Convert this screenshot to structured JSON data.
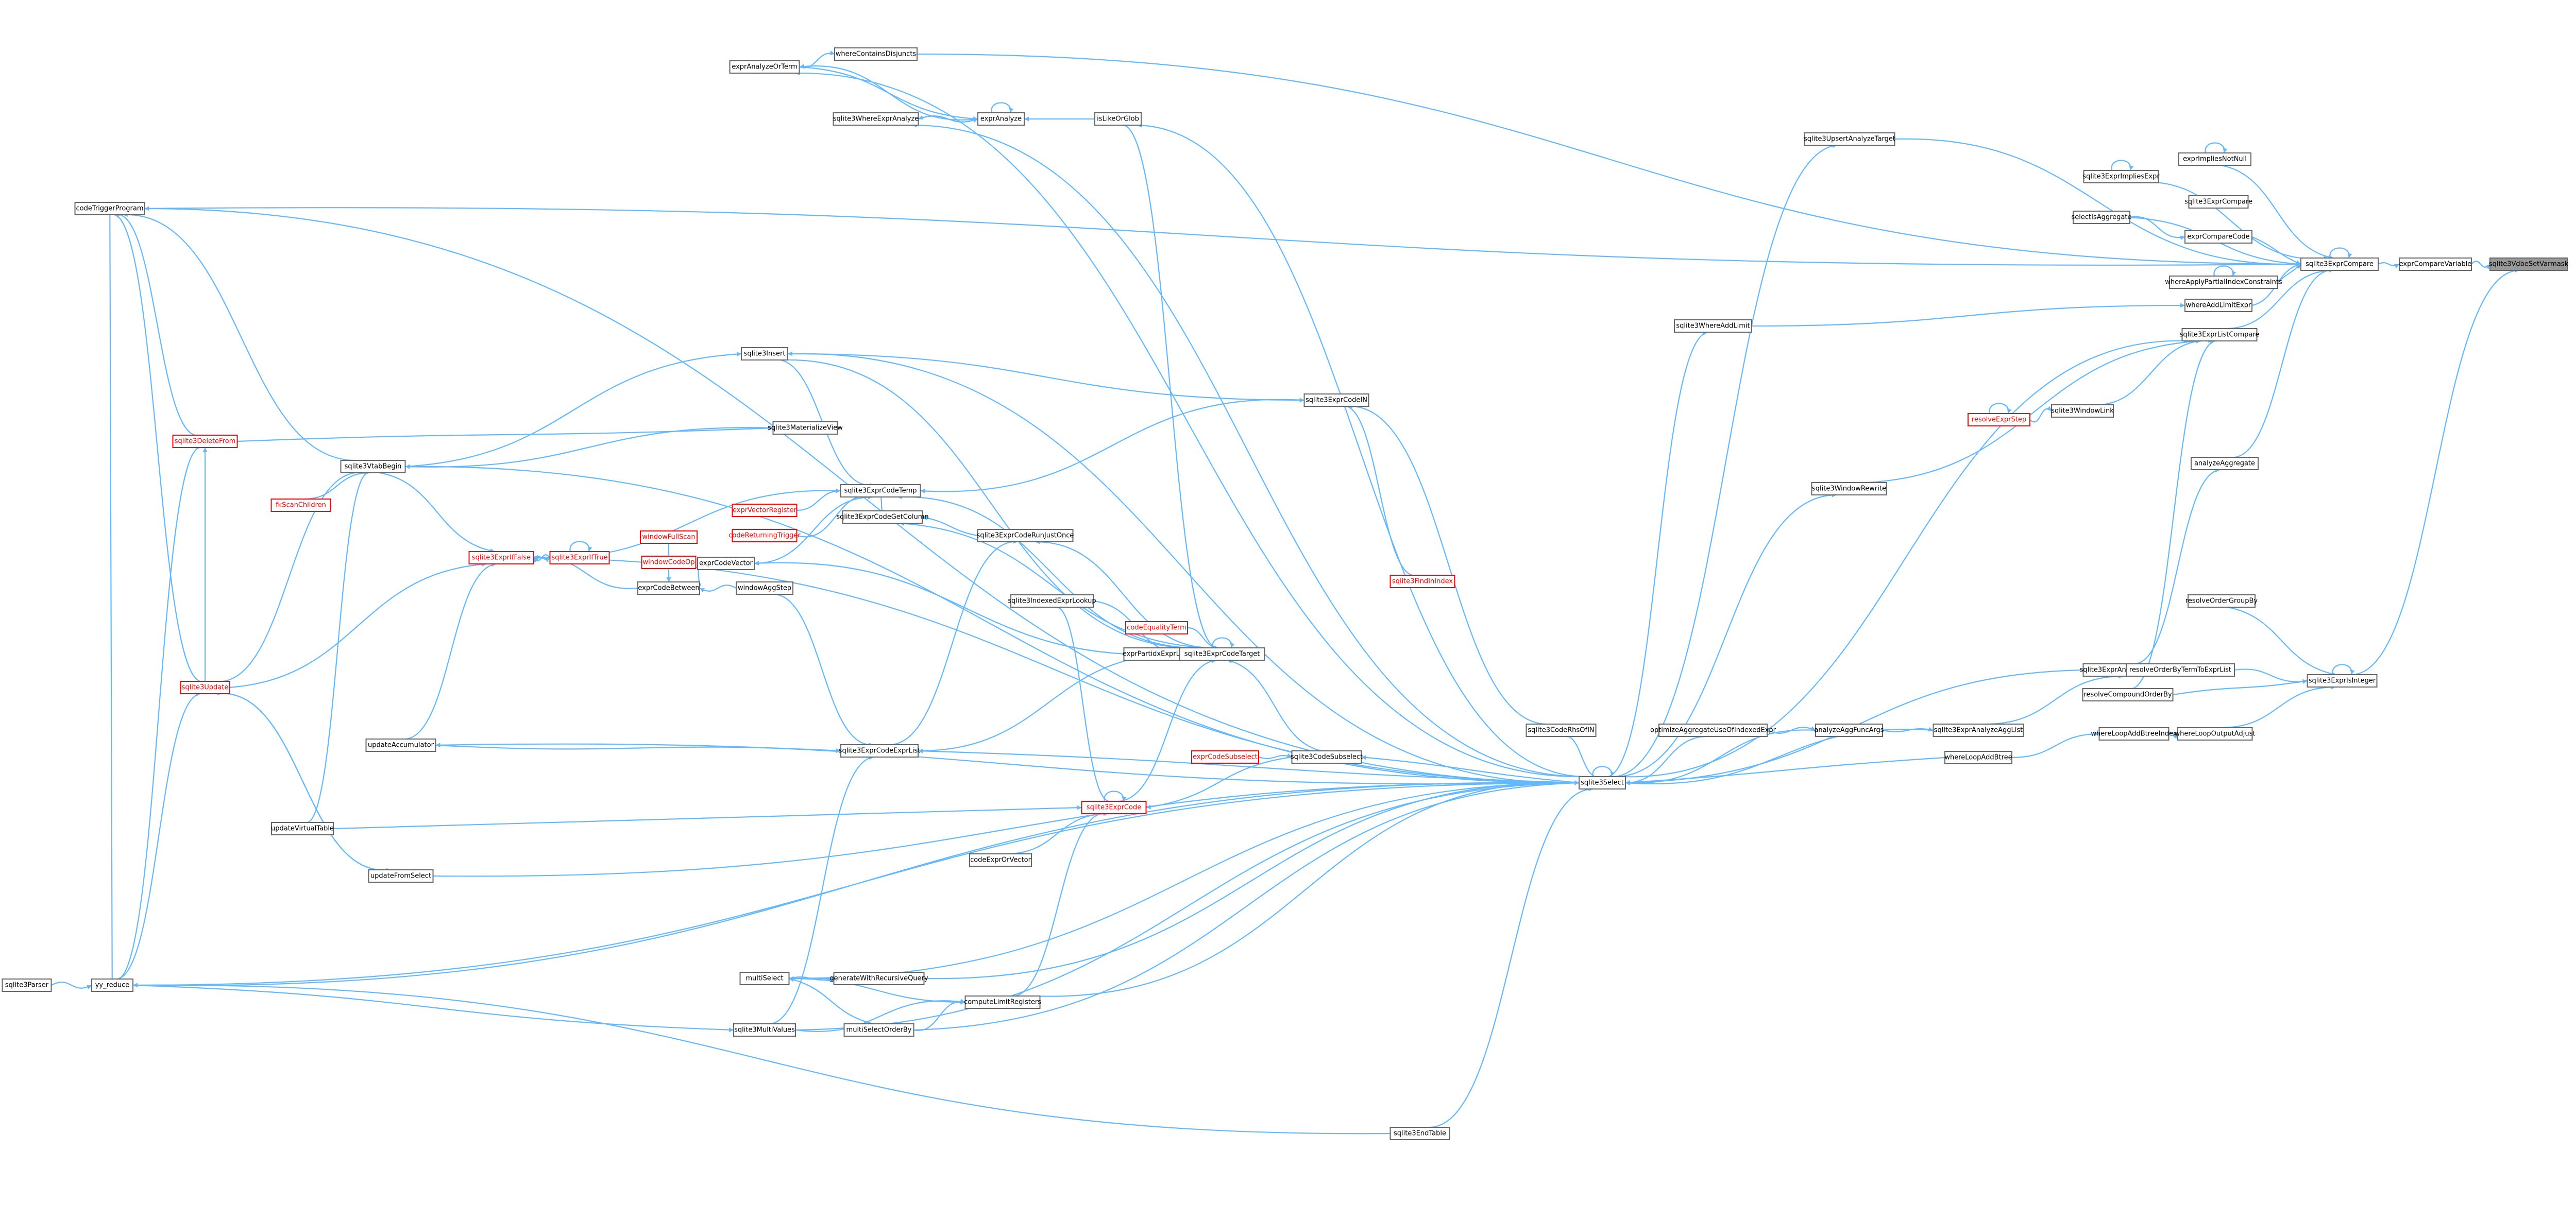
{
  "diagram": {
    "title": "",
    "colors": {
      "edge": "#63b8ff",
      "node_border": "#666666",
      "node_fill": "#ffffff",
      "truncated_border": "#ff0000",
      "focus_fill": "#999999"
    },
    "nodes": [
      {
        "id": "n1",
        "label": "sqlite3VdbeSetVarmask",
        "style": "focus"
      },
      {
        "id": "n2",
        "label": "exprCompareVariable",
        "style": "normal"
      },
      {
        "id": "n3",
        "label": "sqlite3ExprCompare",
        "style": "normal"
      },
      {
        "id": "n4",
        "label": "exprImpliesNotNull",
        "style": "normal"
      },
      {
        "id": "n5",
        "label": "sqlite3ExprImpliesExpr",
        "style": "normal"
      },
      {
        "id": "n6",
        "label": "sqlite3UpsertAnalyzeTarget",
        "style": "normal"
      },
      {
        "id": "n7",
        "label": "whereContainsDisjuncts",
        "style": "normal"
      },
      {
        "id": "n8",
        "label": "exprAnalyzeOrTerm",
        "style": "normal"
      },
      {
        "id": "n9",
        "label": "sqlite3WhereExprAnalyze",
        "style": "normal"
      },
      {
        "id": "n10",
        "label": "exprAnalyze",
        "style": "normal"
      },
      {
        "id": "n11",
        "label": "isLikeOrGlob",
        "style": "normal"
      },
      {
        "id": "n12",
        "label": "codeTriggerProgram",
        "style": "normal"
      },
      {
        "id": "n13",
        "label": "selectIsAggregate",
        "style": "normal"
      },
      {
        "id": "n14",
        "label": "exprCompareCode",
        "style": "normal"
      },
      {
        "id": "n15",
        "label": "sqlite3ExprCompare",
        "style": "normal"
      },
      {
        "id": "n16",
        "label": "whereApplyPartialIndexConstraints",
        "style": "normal"
      },
      {
        "id": "n17",
        "label": "whereAddLimitExpr",
        "style": "normal"
      },
      {
        "id": "n18",
        "label": "sqlite3WhereAddLimit",
        "style": "normal"
      },
      {
        "id": "n19",
        "label": "sqlite3Insert",
        "style": "normal"
      },
      {
        "id": "n20",
        "label": "sqlite3ExprListCompare",
        "style": "normal"
      },
      {
        "id": "n21",
        "label": "resolveExprStep",
        "style": "red"
      },
      {
        "id": "n22",
        "label": "sqlite3WindowLink",
        "style": "normal"
      },
      {
        "id": "n23",
        "label": "sqlite3ExprCodeIN",
        "style": "normal"
      },
      {
        "id": "n24",
        "label": "sqlite3MaterializeView",
        "style": "normal"
      },
      {
        "id": "n25",
        "label": "sqlite3DeleteFrom",
        "style": "red"
      },
      {
        "id": "n26",
        "label": "sqlite3VtabBegin",
        "style": "normal"
      },
      {
        "id": "n27",
        "label": "fkScanChildren",
        "style": "red"
      },
      {
        "id": "n28",
        "label": "sqlite3ExprCodeTemp",
        "style": "normal"
      },
      {
        "id": "n29",
        "label": "exprVectorRegister",
        "style": "red"
      },
      {
        "id": "n30",
        "label": "sqlite3ExprCodeGetColumn",
        "style": "normal"
      },
      {
        "id": "n31",
        "label": "codeReturningTrigger",
        "style": "red"
      },
      {
        "id": "n32",
        "label": "sqlite3WindowRewrite",
        "style": "normal"
      },
      {
        "id": "n33",
        "label": "analyzeAggregate",
        "style": "normal"
      },
      {
        "id": "n34",
        "label": "sqlite3ExprIfFalse",
        "style": "red"
      },
      {
        "id": "n35",
        "label": "sqlite3ExprIfTrue",
        "style": "red"
      },
      {
        "id": "n36",
        "label": "windowFullScan",
        "style": "red"
      },
      {
        "id": "n37",
        "label": "sqlite3ExprCodeRunJustOnce",
        "style": "normal"
      },
      {
        "id": "n38",
        "label": "windowCodeOp",
        "style": "red"
      },
      {
        "id": "n39",
        "label": "exprCodeVector",
        "style": "normal"
      },
      {
        "id": "n40",
        "label": "exprCodeBetween",
        "style": "normal"
      },
      {
        "id": "n41",
        "label": "windowAggStep",
        "style": "normal"
      },
      {
        "id": "n42",
        "label": "sqlite3FindInIndex",
        "style": "red"
      },
      {
        "id": "n43",
        "label": "sqlite3IndexedExprLookup",
        "style": "normal"
      },
      {
        "id": "n44",
        "label": "resolveOrderGroupBy",
        "style": "normal"
      },
      {
        "id": "n45",
        "label": "codeEqualityTerm",
        "style": "red"
      },
      {
        "id": "n46",
        "label": "exprPartidxExprLookup",
        "style": "normal"
      },
      {
        "id": "n47",
        "label": "sqlite3ExprCodeTarget",
        "style": "normal"
      },
      {
        "id": "n48",
        "label": "sqlite3ExprAnalyzeAggregates",
        "style": "normal"
      },
      {
        "id": "n49",
        "label": "resolveCompoundOrderBy",
        "style": "normal"
      },
      {
        "id": "n50",
        "label": "resolveOrderByTermToExprList",
        "style": "normal"
      },
      {
        "id": "n51",
        "label": "sqlite3ExprIsInteger",
        "style": "normal"
      },
      {
        "id": "n52",
        "label": "optimizeAggregateUseOfIndexedExpr",
        "style": "normal"
      },
      {
        "id": "n53",
        "label": "analyzeAggFuncArgs",
        "style": "normal"
      },
      {
        "id": "n54",
        "label": "sqlite3ExprAnalyzeAggList",
        "style": "normal"
      },
      {
        "id": "n55",
        "label": "sqlite3CodeRhsOfIN",
        "style": "normal"
      },
      {
        "id": "n56",
        "label": "whereLoopAddBtreeIndex",
        "style": "normal"
      },
      {
        "id": "n57",
        "label": "whereLoopOutputAdjust",
        "style": "normal"
      },
      {
        "id": "n58",
        "label": "updateAccumulator",
        "style": "normal"
      },
      {
        "id": "n59",
        "label": "sqlite3ExprCodeExprList",
        "style": "normal"
      },
      {
        "id": "n60",
        "label": "exprCodeSubselect",
        "style": "red"
      },
      {
        "id": "n61",
        "label": "sqlite3CodeSubselect",
        "style": "normal"
      },
      {
        "id": "n62",
        "label": "sqlite3Update",
        "style": "red"
      },
      {
        "id": "n63",
        "label": "sqlite3Select",
        "style": "normal"
      },
      {
        "id": "n64",
        "label": "whereLoopAddBtree",
        "style": "normal"
      },
      {
        "id": "n65",
        "label": "sqlite3ExprCode",
        "style": "red"
      },
      {
        "id": "n66",
        "label": "updateVirtualTable",
        "style": "normal"
      },
      {
        "id": "n67",
        "label": "updateFromSelect",
        "style": "normal"
      },
      {
        "id": "n68",
        "label": "codeExprOrVector",
        "style": "normal"
      },
      {
        "id": "n69",
        "label": "multiSelect",
        "style": "normal"
      },
      {
        "id": "n70",
        "label": "generateWithRecursiveQuery",
        "style": "normal"
      },
      {
        "id": "n71",
        "label": "sqlite3Parser",
        "style": "normal"
      },
      {
        "id": "n72",
        "label": "yy_reduce",
        "style": "normal"
      },
      {
        "id": "n73",
        "label": "computeLimitRegisters",
        "style": "normal"
      },
      {
        "id": "n74",
        "label": "multiSelectOrderBy",
        "style": "normal"
      },
      {
        "id": "n75",
        "label": "sqlite3MultiValues",
        "style": "normal"
      },
      {
        "id": "n76",
        "label": "sqlite3EndTable",
        "style": "normal"
      }
    ]
  }
}
